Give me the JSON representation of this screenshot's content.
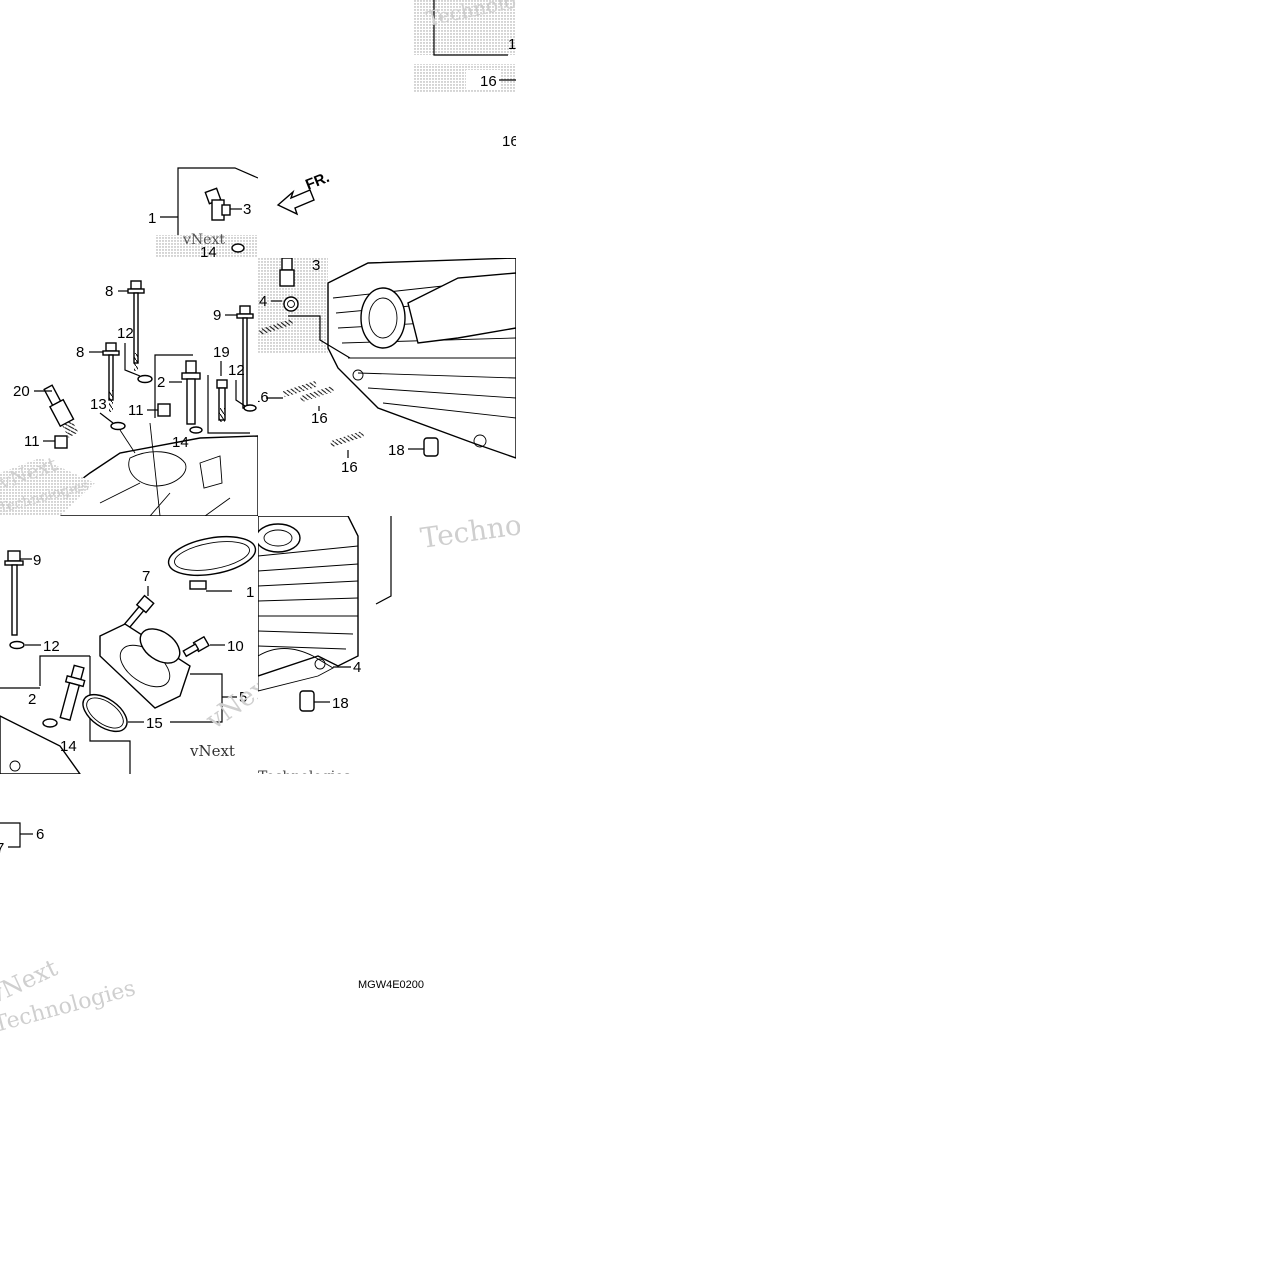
{
  "diagram": {
    "code": "MGW4E0200",
    "direction_label": "FR.",
    "watermark": {
      "line1": "vNext",
      "line2": "Technologies"
    },
    "callouts": {
      "c1": "1",
      "c2": "2",
      "c3": "3",
      "c4": "4",
      "c5": "5",
      "c6": "6",
      "c7": "7",
      "c8": "8",
      "c9": "9",
      "c10": "10",
      "c11": "11",
      "c12": "12",
      "c13": "13",
      "c14": "14",
      "c15": "15",
      "c16": "16",
      "c18": "18",
      "c19": "19",
      "c20": "20"
    },
    "colors": {
      "line": "#000000",
      "stipple": "#cccccc",
      "watermark": "#cfcfcf",
      "background": "#ffffff"
    }
  }
}
